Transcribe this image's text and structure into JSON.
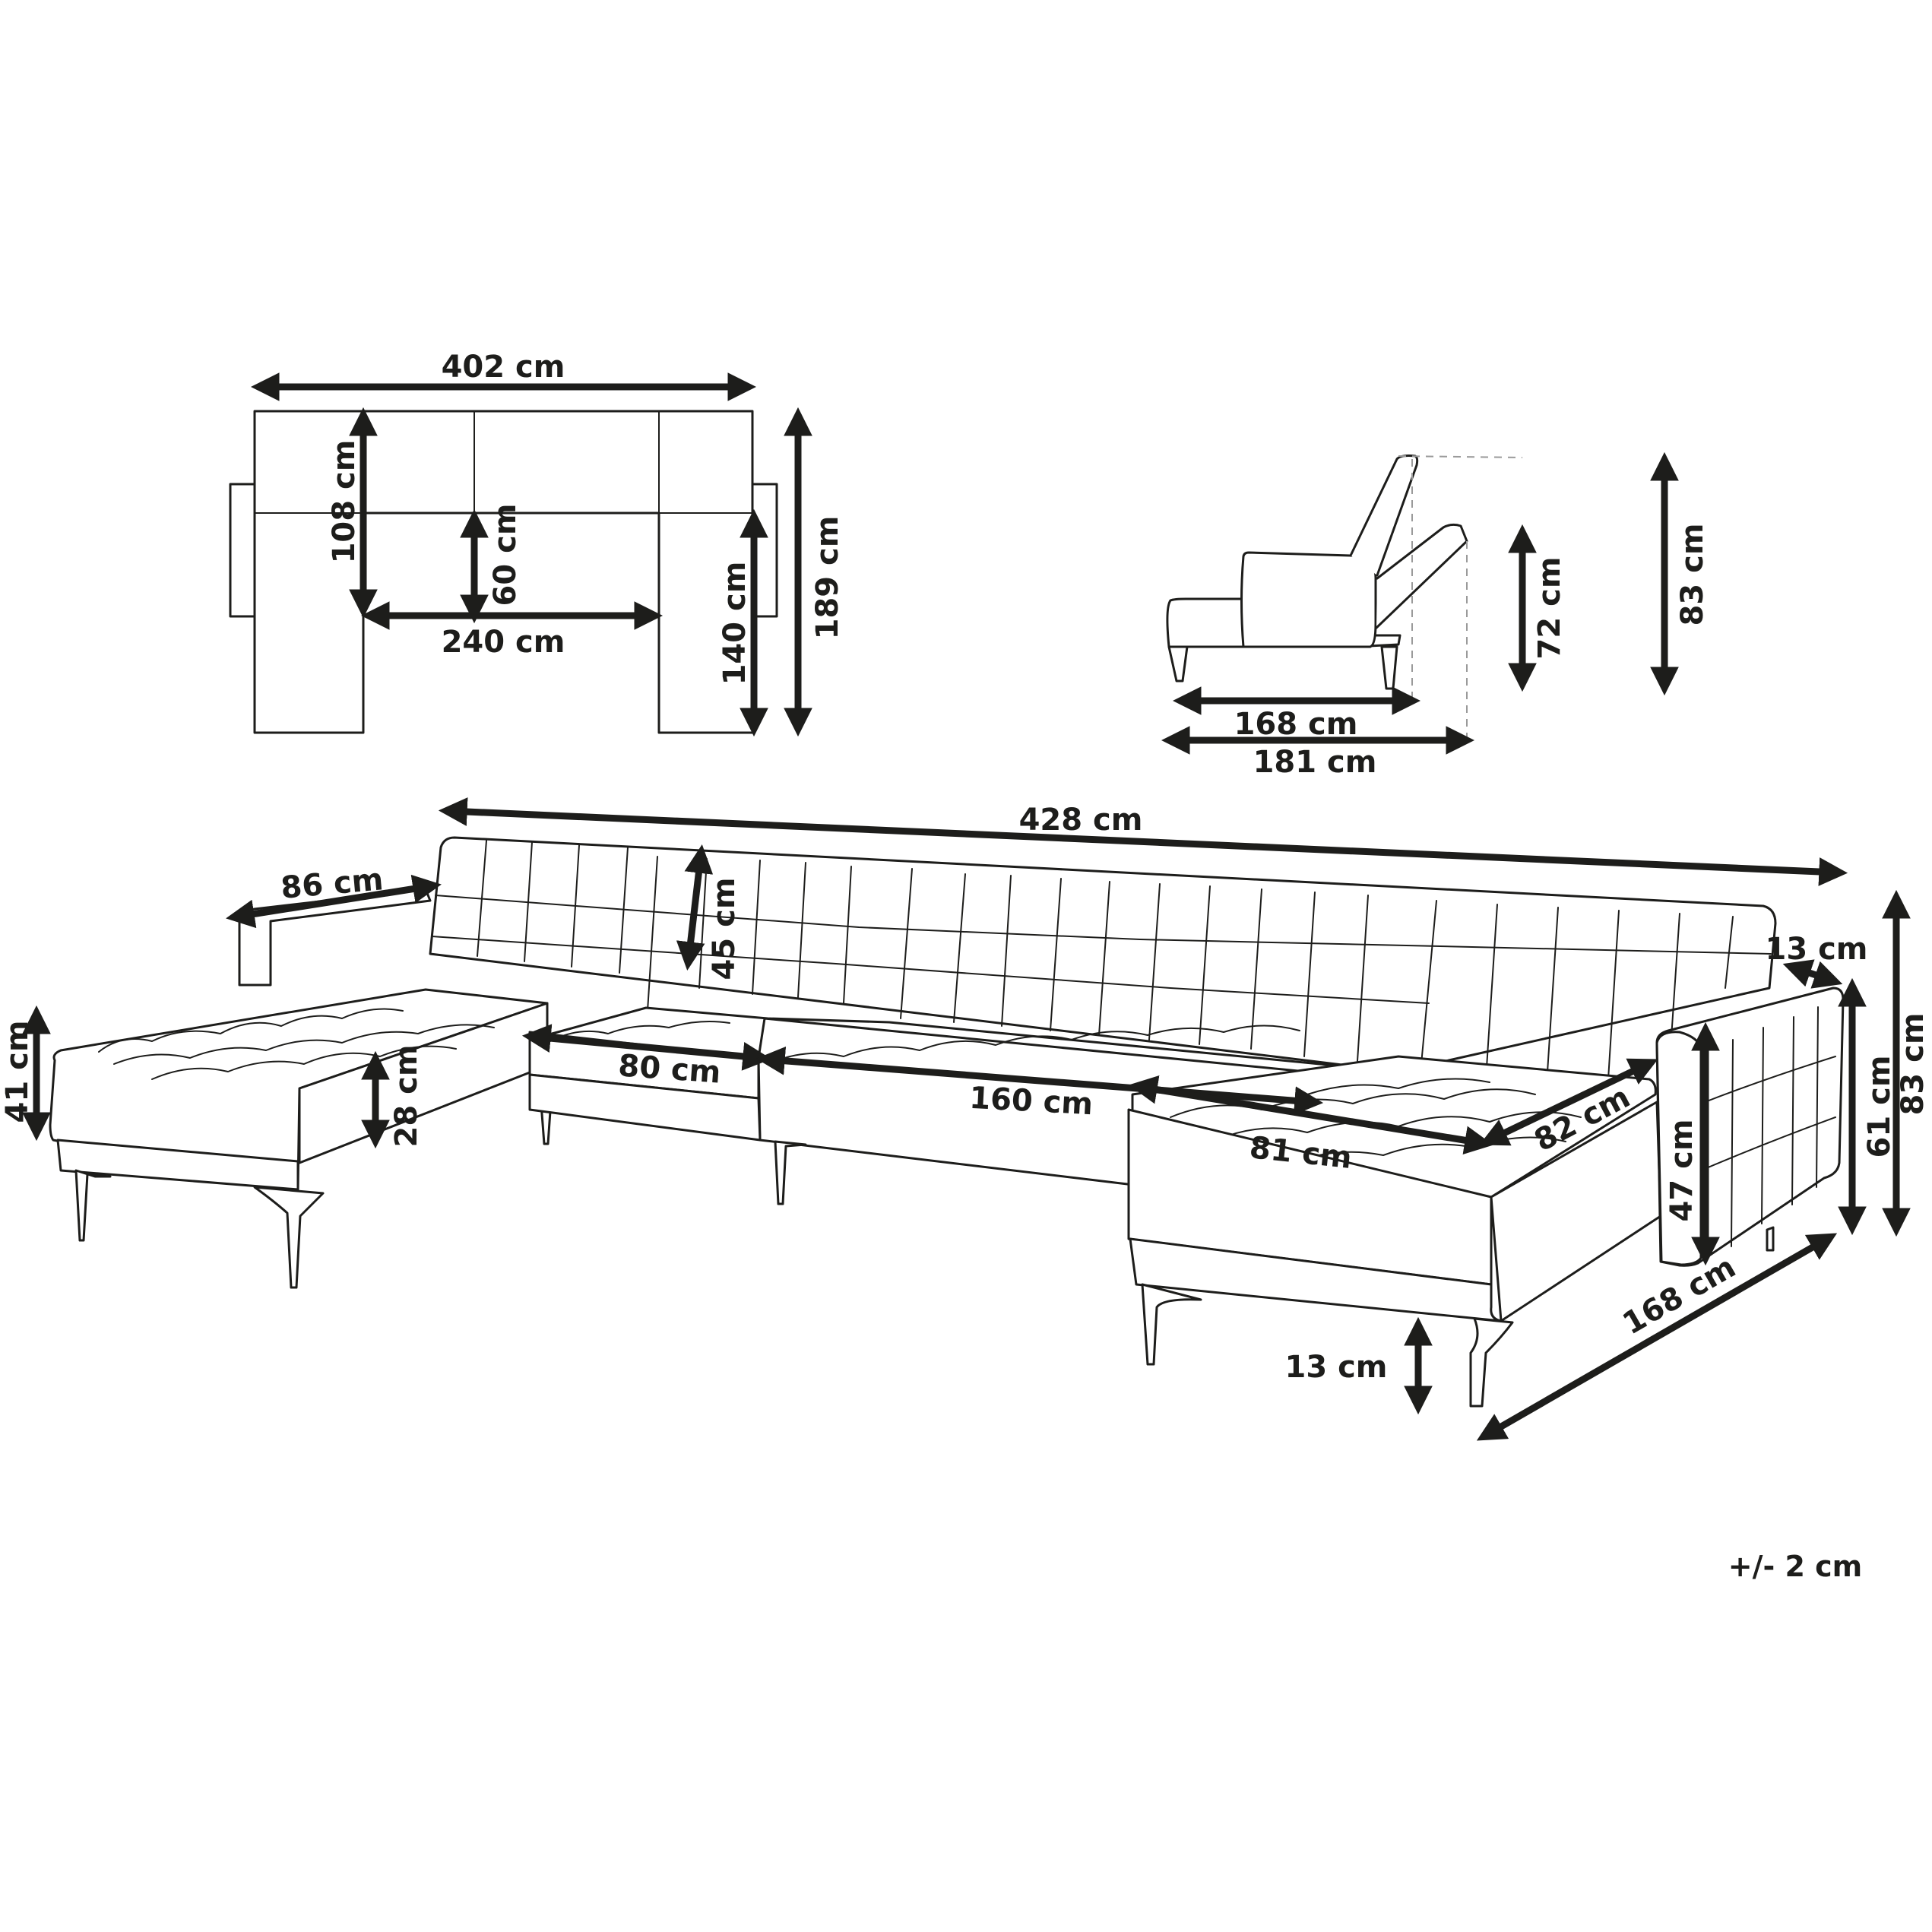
{
  "diagram": {
    "subject": "U-shaped modular sofa bed with tufted upholstery",
    "units": "cm",
    "tolerance": "+/- 2 cm",
    "colors": {
      "line": "#1d1d1b",
      "background": "#ffffff",
      "guide": "#9a9a9a"
    }
  },
  "plan_view": {
    "overall_width": "402 cm",
    "back_depth": "108 cm",
    "inner_depth": "60 cm",
    "inner_width": "240 cm",
    "chaise_length": "140 cm",
    "overall_depth": "189 cm"
  },
  "side_view": {
    "seat_length": "168 cm",
    "reclined_length": "181 cm",
    "reclined_height": "72 cm",
    "upright_height": "83 cm"
  },
  "main_view": {
    "overall_length": "428 cm",
    "armrest_length": "86 cm",
    "backrest_height": "45 cm",
    "left_chaise_seat_height": "28 cm",
    "left_total_seat_height": "41 cm",
    "corner_seat_width": "80 cm",
    "center_seat_width": "160 cm",
    "chaise_width": "81 cm",
    "chaise_depth": "82 cm",
    "armrest_width": "13 cm",
    "armrest_inner_height": "47 cm",
    "armrest_height": "61 cm",
    "total_height": "83 cm",
    "leg_height": "13 cm",
    "chaise_total_length": "168 cm"
  }
}
